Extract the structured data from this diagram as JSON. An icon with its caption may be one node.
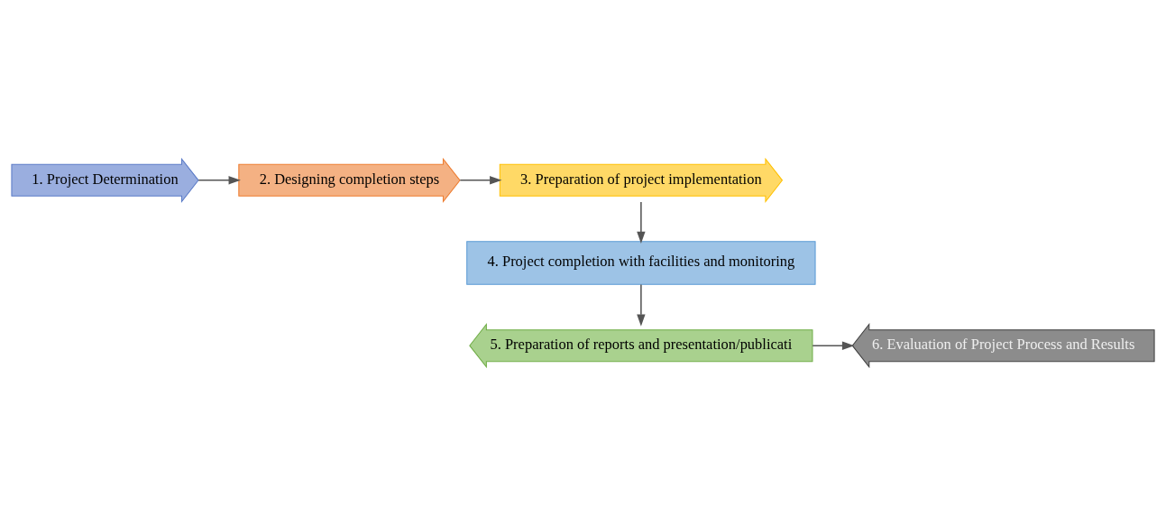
{
  "diagram": {
    "nodes": [
      {
        "text": [
          "1. Project Determination"
        ]
      },
      {
        "text": [
          "2. Designing completion steps"
        ]
      },
      {
        "text": [
          "3. Preparation of project implementation"
        ]
      },
      {
        "text": [
          "4. Project completion with facilities and monitoring"
        ]
      },
      {
        "text": [
          "5. Preparation of reports and presentation/publicati"
        ]
      },
      {
        "text": [
          "6. Evaluation of Project Process and Results"
        ]
      }
    ],
    "edges": [
      {
        "from": 0,
        "to": 1,
        "arrow": "to"
      },
      {
        "from": 1,
        "to": 2,
        "arrow": "to"
      },
      {
        "from": 2,
        "to": 3,
        "arrow": "to"
      },
      {
        "from": 3,
        "to": 4,
        "arrow": "to"
      },
      {
        "from": 4,
        "to": 5,
        "arrow": "to"
      }
    ]
  }
}
